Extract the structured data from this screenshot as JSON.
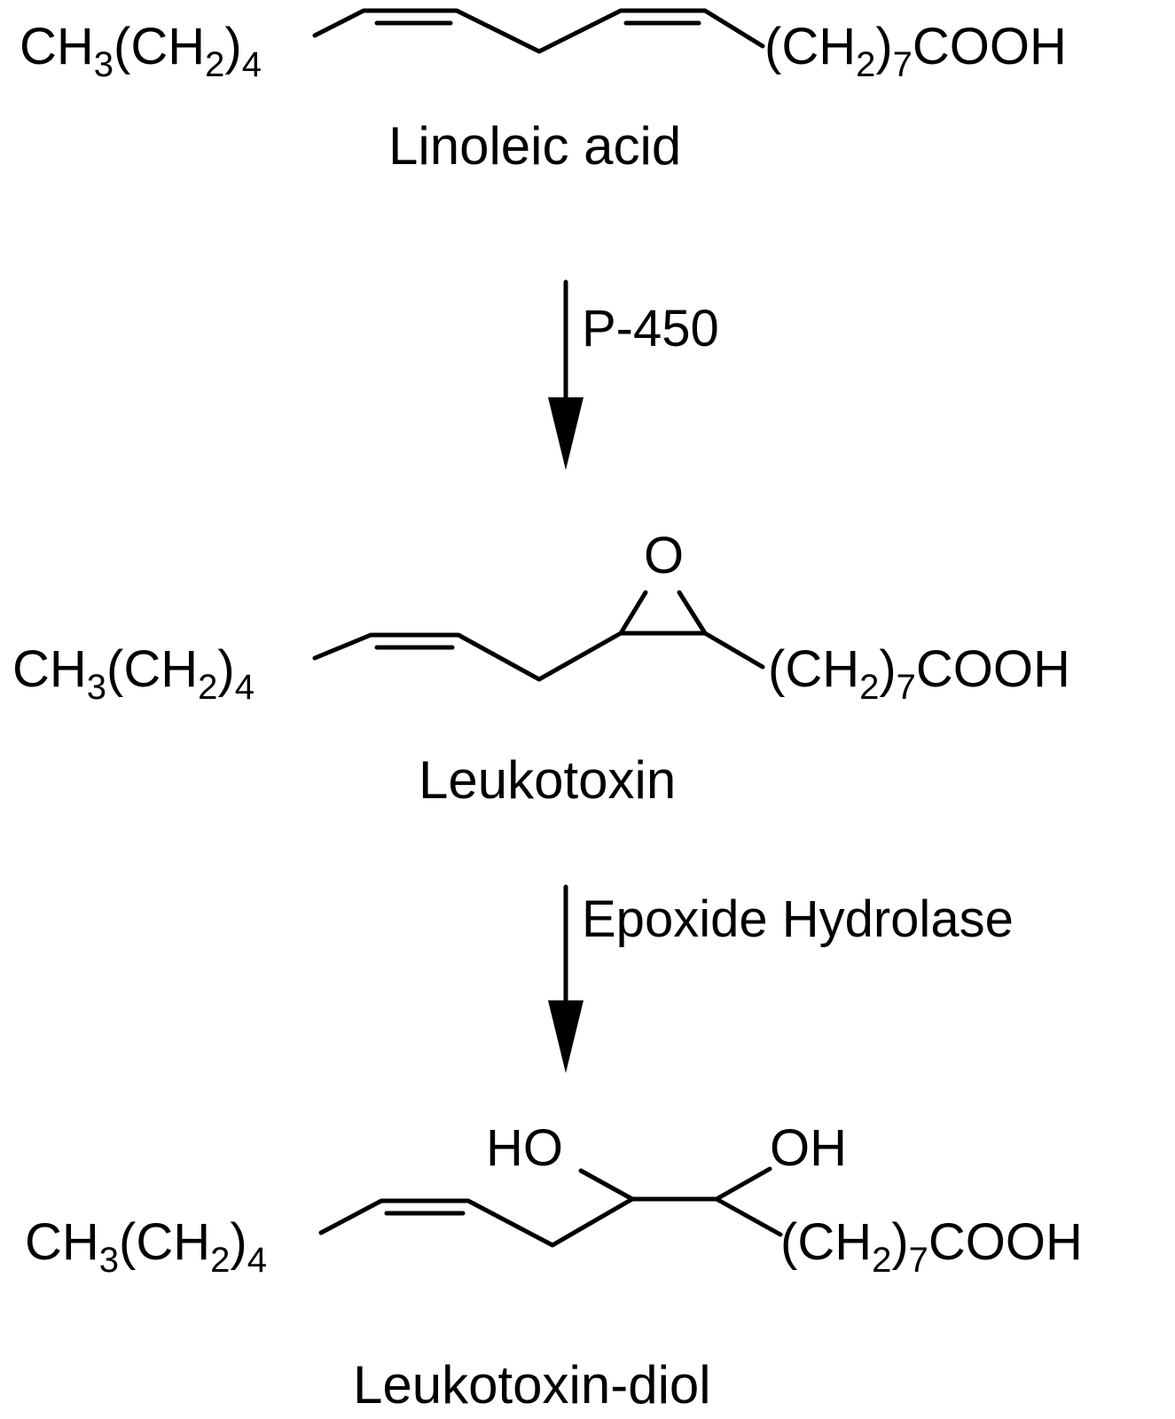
{
  "compounds": {
    "linoleic": {
      "name": "Linoleic acid",
      "left": {
        "a": "CH",
        "b": "3",
        "c": "(CH",
        "d": "2",
        "e": ")",
        "f": "4"
      },
      "right": {
        "a": "(CH",
        "b": "2",
        "c": ")",
        "d": "7",
        "e": "COOH"
      }
    },
    "leukotoxin": {
      "name": "Leukotoxin",
      "oxygen": "O",
      "left": {
        "a": "CH",
        "b": "3",
        "c": "(CH",
        "d": "2",
        "e": ")",
        "f": "4"
      },
      "right": {
        "a": "(CH",
        "b": "2",
        "c": ")",
        "d": "7",
        "e": "COOH"
      }
    },
    "diol": {
      "name": "Leukotoxin-diol",
      "ho": "HO",
      "oh": "OH",
      "left": {
        "a": "CH",
        "b": "3",
        "c": "(CH",
        "d": "2",
        "e": ")",
        "f": "4"
      },
      "right": {
        "a": "(CH",
        "b": "2",
        "c": ")",
        "d": "7",
        "e": "COOH"
      }
    }
  },
  "steps": [
    {
      "enzyme": "P-450"
    },
    {
      "enzyme": "Epoxide Hydrolase"
    }
  ]
}
